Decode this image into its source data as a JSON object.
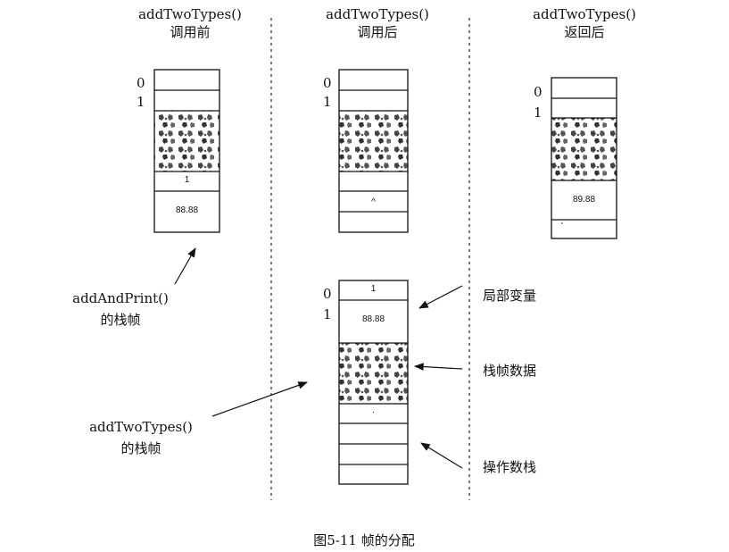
{
  "stacks": [
    {
      "title": "addTwoTypes()",
      "subtitle": "调用前"
    },
    {
      "title": "addTwoTypes()",
      "subtitle": "调用后"
    },
    {
      "title": "addTwoTypes()",
      "subtitle": "返回后"
    }
  ],
  "indices": {
    "zero": "0",
    "one": "1"
  },
  "cells": {
    "s1_int": "1",
    "s1_double": "88.88",
    "s2_caret": "^",
    "s3_double": "89.88",
    "s3_mark": "'",
    "frame_int": "1",
    "frame_double": "88.88",
    "frame_dot": "·"
  },
  "notes": {
    "add_and_print_1": "addAndPrint()",
    "add_and_print_2": "的栈帧",
    "add_two_types_1": "addTwoTypes()",
    "add_two_types_2": "的栈帧"
  },
  "legend": {
    "local_vars": "局部变量",
    "frame_data": "栈帧数据",
    "operand_stack": "操作数栈"
  },
  "caption": "图5-11  帧的分配"
}
